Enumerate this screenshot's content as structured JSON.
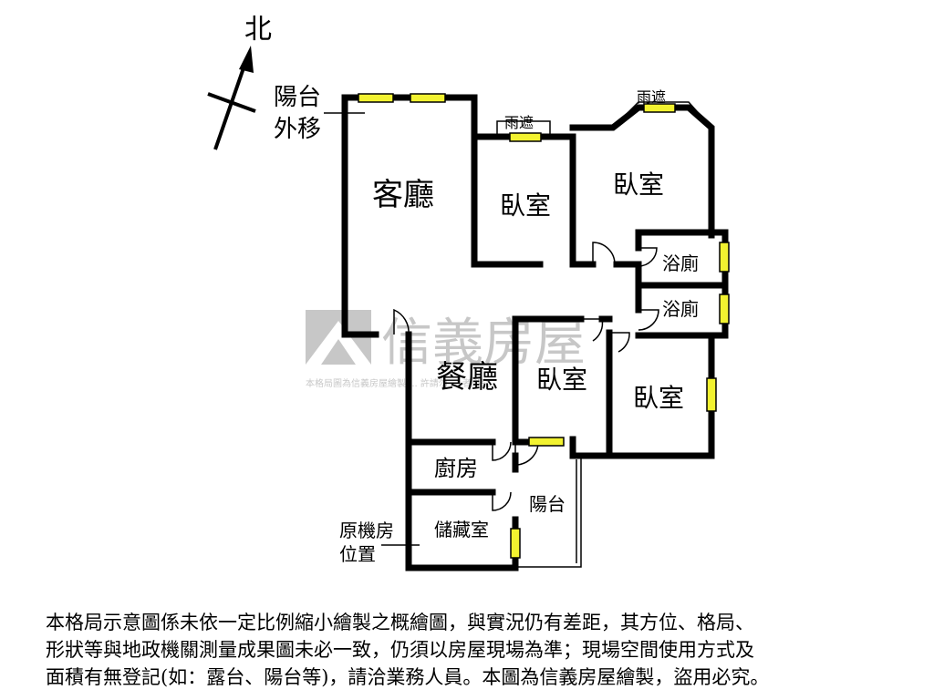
{
  "compass": {
    "north_label": "北"
  },
  "annotations": {
    "balcony_moved_line1": "陽台",
    "balcony_moved_line2": "外移",
    "orig_machine_room_line1": "原機房",
    "orig_machine_room_line2": "位置"
  },
  "rooms": {
    "living_room": "客廳",
    "bedroom_1": "臥室",
    "bedroom_2": "臥室",
    "bathroom_1": "浴廁",
    "bathroom_2": "浴廁",
    "dining_room": "餐廳",
    "bedroom_3": "臥室",
    "bedroom_4": "臥室",
    "kitchen": "廚房",
    "balcony": "陽台",
    "storage_room": "儲藏室",
    "canopy_1": "雨遮",
    "canopy_2": "雨遮"
  },
  "watermark": {
    "brand": "信義房屋",
    "small_text": "本格局圖為信義房屋繪製 ... 許請勿 ... 者必究"
  },
  "disclaimer": {
    "line1": "本格局示意圖係未依一定比例縮小繪製之概繪圖，與實況仍有差距，其方位、格局、",
    "line2": "形狀等與地政機關測量成果圖未必一致，仍須以房屋現場為準；現場空間使用方式及",
    "line3": "面積有無登記(如：露台、陽台等)，請洽業務人員。本圖為信義房屋繪製，盜用必究。"
  },
  "colors": {
    "wall": "#000000",
    "window_fill": "#f2f230",
    "watermark": "#bdbdbd"
  }
}
